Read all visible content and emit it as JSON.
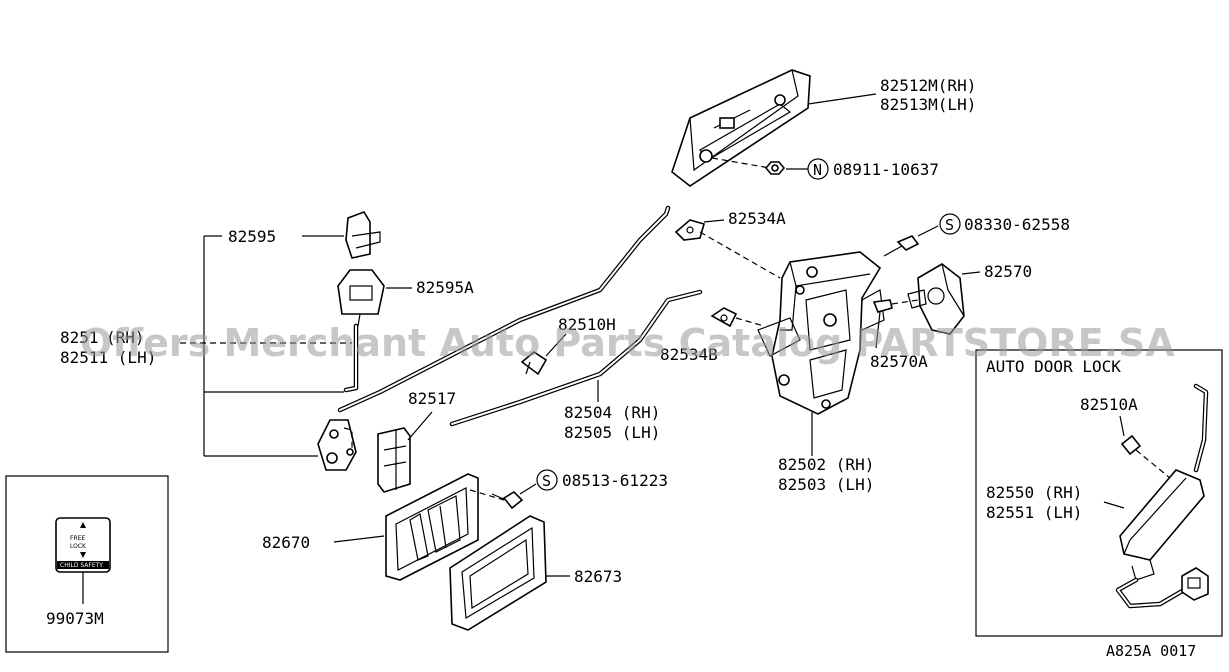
{
  "labels": {
    "handle_outer": [
      "82512M(RH)",
      "82513M(LH)"
    ],
    "nut": "08911-10637",
    "nut_prefix": "N",
    "clip_a": "82534A",
    "screw_a": "08330-62558",
    "screw_a_prefix": "S",
    "bracket": "82570",
    "bracket_a": "82570A",
    "knob": "82595",
    "knob_a": "82595A",
    "rod_left": [
      "8251",
      "82511 (LH)"
    ],
    "rod_left_suffix": "(RH)",
    "clip_h": "82510H",
    "clip_b": "82534B",
    "lever": "82517",
    "rod_mid": [
      "82504 (RH)",
      "82505 (LH)"
    ],
    "lock": [
      "82502 (RH)",
      "82503 (LH)"
    ],
    "screw_b": "08513-61223",
    "screw_b_prefix": "S",
    "inner_handle": "82670",
    "escutcheon": "82673",
    "label_part": "99073M",
    "auto_title": "AUTO DOOR LOCK",
    "auto_screw": "82510A",
    "actuator": [
      "82550 (RH)",
      "82551 (LH)"
    ],
    "diagram_code": "A825A 0017"
  },
  "sticker": {
    "line1": "FREE",
    "line2": "LOCK",
    "bottom": "CHILD SAFETY"
  },
  "watermark": "Offers Merchant Auto Parts Catalog PARTSTORE.SA"
}
